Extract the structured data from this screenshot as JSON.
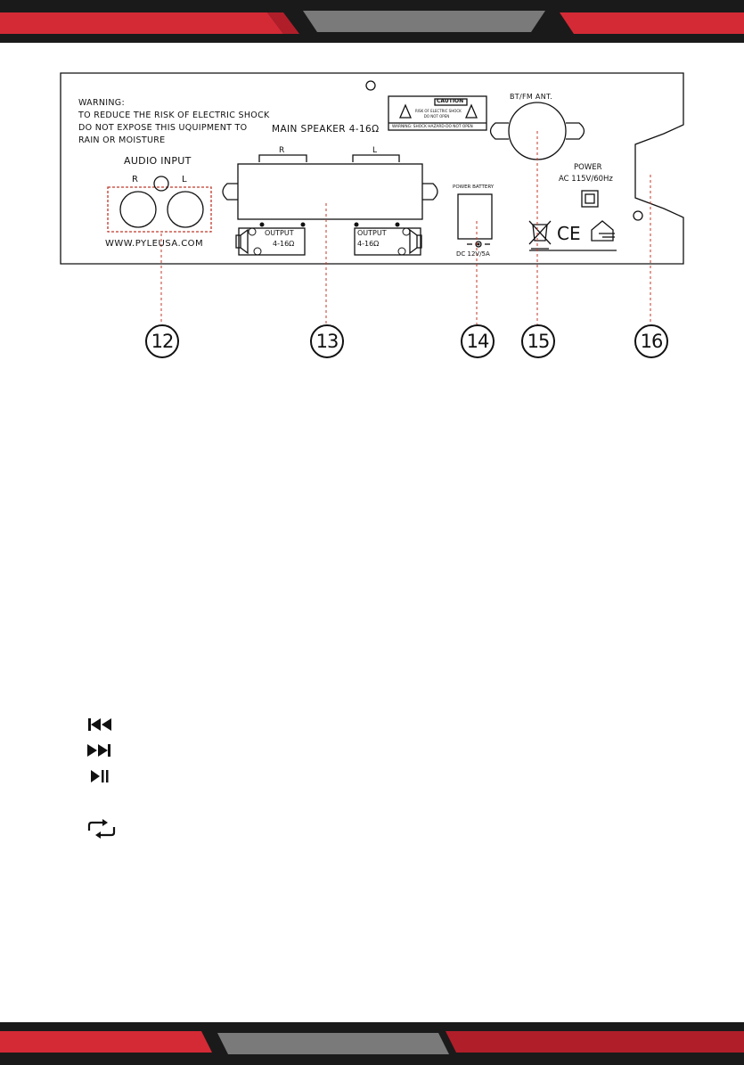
{
  "panel": {
    "warning_title": "WARNING:",
    "warning_line1": "TO REDUCE THE RISK OF ELECTRIC SHOCK",
    "warning_line2": "DO NOT EXPOSE THIS UQUIPMENT TO",
    "warning_line3": "RAIN OR MOISTURE",
    "caution_title": "CAUTION",
    "caution_line1": "RISK OF ELECTRIC SHOCK",
    "caution_line2": "DO NOT OPEN",
    "caution_bottom": "WARNING: SHOCK HAZARD-DO NOT OPEN",
    "audio_input": "AUDIO INPUT",
    "audio_r": "R",
    "audio_l": "L",
    "website": "WWW.PYLEUSA.COM",
    "main_speaker": "MAIN SPEAKER 4-16Ω",
    "speaker_r": "R",
    "speaker_l": "L",
    "output_label": "OUTPUT",
    "output_ohms": "4-16Ω",
    "power_battery": "POWER BATTERY",
    "dc_rating": "DC 12V/5A",
    "antenna": "BT/FM ANT.",
    "power_title": "POWER",
    "power_rating": "AC 115V/60Hz",
    "ce_mark": "CE"
  },
  "callouts": [
    "12",
    "13",
    "14",
    "15",
    "16"
  ],
  "controls": [
    "previous-track-icon",
    "next-track-icon",
    "play-pause-icon",
    "repeat-icon"
  ],
  "colors": {
    "band_red": "#d42a35",
    "band_dark": "#1a1a1a",
    "band_gray": "#7a7a7a",
    "callout_line": "#c0392b"
  }
}
